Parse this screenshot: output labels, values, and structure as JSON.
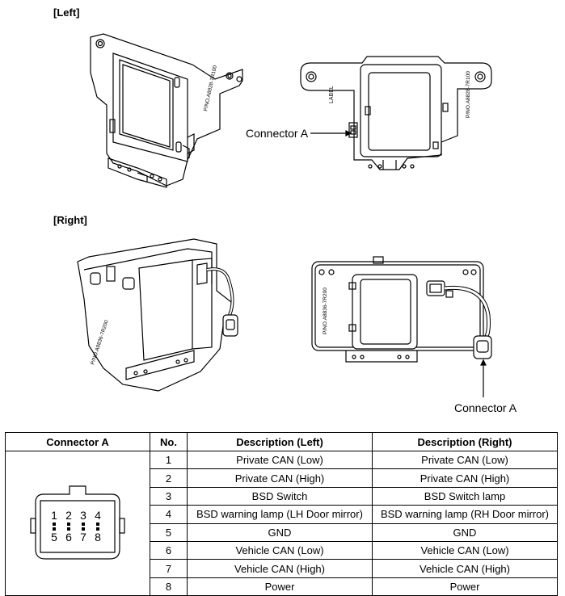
{
  "sections": {
    "left_label": "[Left]",
    "right_label": "[Right]"
  },
  "callouts": {
    "left_connector": "Connector A",
    "right_connector": "Connector A"
  },
  "part_numbers": {
    "left_1": "P/NO.A8828-7R100",
    "left_2": "P/NO.A8828-7R100",
    "right_1": "P/NO.A8836-7R200",
    "right_2": "P/NO.A8836-7R200"
  },
  "box_label": "LABEL",
  "table": {
    "headers": [
      "Connector A",
      "No.",
      "Description (Left)",
      "Description (Right)"
    ],
    "rows": [
      {
        "no": "1",
        "left": "Private CAN (Low)",
        "right": "Private CAN (Low)"
      },
      {
        "no": "2",
        "left": "Private CAN (High)",
        "right": "Private CAN (High)"
      },
      {
        "no": "3",
        "left": "BSD Switch",
        "right": "BSD Switch lamp"
      },
      {
        "no": "4",
        "left": "BSD warning lamp (LH Door mirror)",
        "right": "BSD warning lamp (RH Door mirror)"
      },
      {
        "no": "5",
        "left": "GND",
        "right": "GND"
      },
      {
        "no": "6",
        "left": "Vehicle CAN (Low)",
        "right": "Vehicle CAN (Low)"
      },
      {
        "no": "7",
        "left": "Vehicle CAN (High)",
        "right": "Vehicle CAN (High)"
      },
      {
        "no": "8",
        "left": "Power",
        "right": "Power"
      }
    ]
  },
  "connector_pins": {
    "top": [
      "1",
      "2",
      "3",
      "4"
    ],
    "bottom": [
      "5",
      "6",
      "7",
      "8"
    ]
  }
}
